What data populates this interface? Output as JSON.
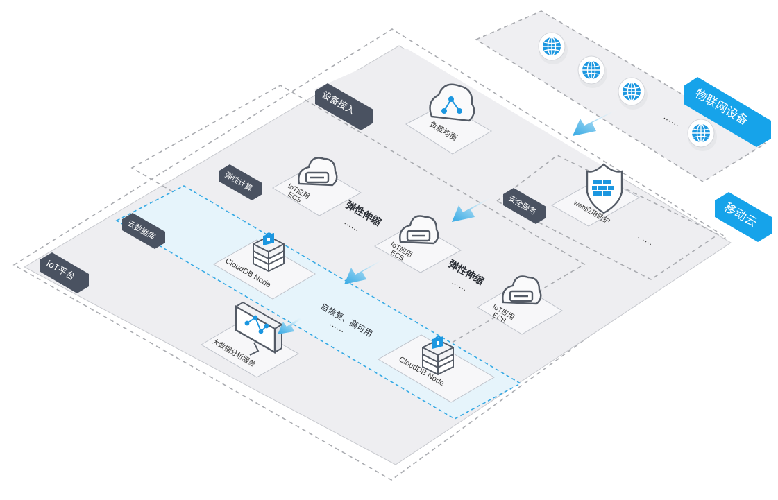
{
  "diagram": {
    "tags": {
      "iot_devices": "物联网设备",
      "mobile_cloud": "移动云",
      "iot_platform": "IoT平台",
      "device_access": "设备接入",
      "elastic_compute": "弹性计算",
      "cloud_database": "云数据库",
      "security_service": "安全服务"
    },
    "nodes": {
      "load_balancer": "负载均衡",
      "waf": "web应用防护",
      "ecs_1_line1": "IoT应用",
      "ecs_1_line2": "ECS",
      "ecs_2_line1": "IoT应用",
      "ecs_2_line2": "ECS",
      "ecs_3_line1": "IoT应用",
      "ecs_3_line2": "ECS",
      "cloudb_1": "CloudDB Node",
      "cloudb_2": "CloudDB Node",
      "bigdata": "大数据分析服务"
    },
    "notes": {
      "elastic_scaling_1": "弹性伸缩",
      "elastic_scaling_2": "弹性伸缩",
      "self_heal": "自恢复、高可用",
      "more": "……",
      "more_devices": "……"
    },
    "colors": {
      "accent": "#16a3ea",
      "tag_dark": "#4a5261",
      "region_fill": "#eeeef1",
      "db_fill": "#e6f4fb",
      "arrow": "#5ab8e6"
    },
    "icons": [
      "globe-icon",
      "cloud-share-icon",
      "shield-firewall-icon",
      "cloud-server-icon",
      "database-lock-icon",
      "monitor-chart-icon"
    ]
  }
}
